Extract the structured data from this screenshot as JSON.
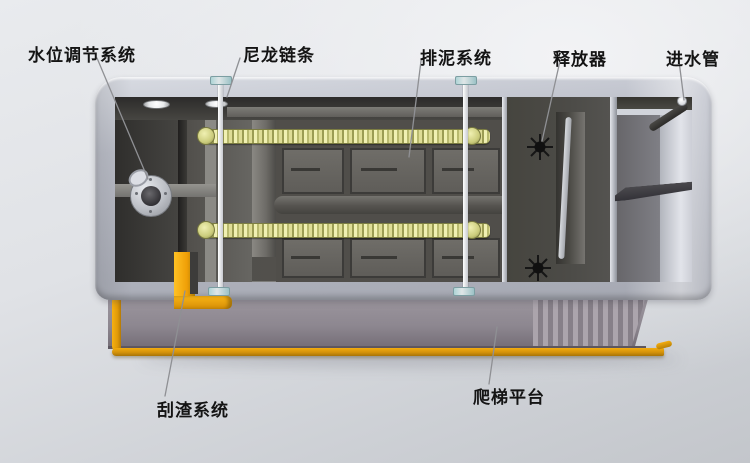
{
  "figure": {
    "kind": "3d-equipment-cutaway-rendering",
    "subject": "sedimentation tank with chain scraper system"
  },
  "callouts": {
    "water_level_system": "水位调节系统",
    "nylon_chain": "尼龙链条",
    "sludge_discharge_system": "排泥系统",
    "releaser": "释放器",
    "inlet_pipe": "进水管",
    "scraper_system": "刮渣系统",
    "ladder_platform": "爬梯平台"
  },
  "colors": {
    "handrail_yellow": "#EFA90F",
    "chain_yellow": "#E7E8A2",
    "frame_gray": "#B7BAC4",
    "interior_dark_gray": "#4F4E4A",
    "platform_taupe": "#8E8890",
    "background_gray": "#DFE1E5",
    "label_text": "#141414",
    "leader_line": "#8F9094"
  }
}
